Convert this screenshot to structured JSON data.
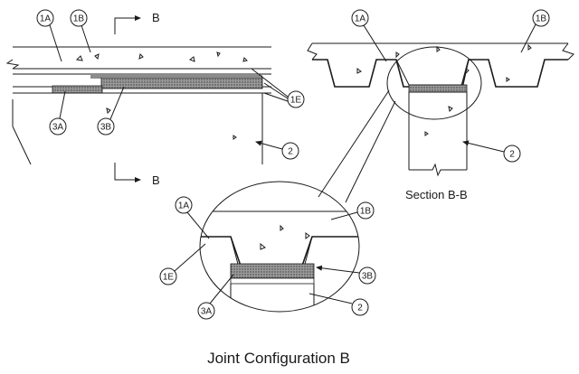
{
  "callouts": {
    "c1A": "1A",
    "c1B": "1B",
    "c1E": "1E",
    "c2": "2",
    "c3A": "3A",
    "c3B": "3B"
  },
  "section_cut": {
    "label": "B"
  },
  "section_title": "Section B-B",
  "caption": "Joint Configuration B"
}
